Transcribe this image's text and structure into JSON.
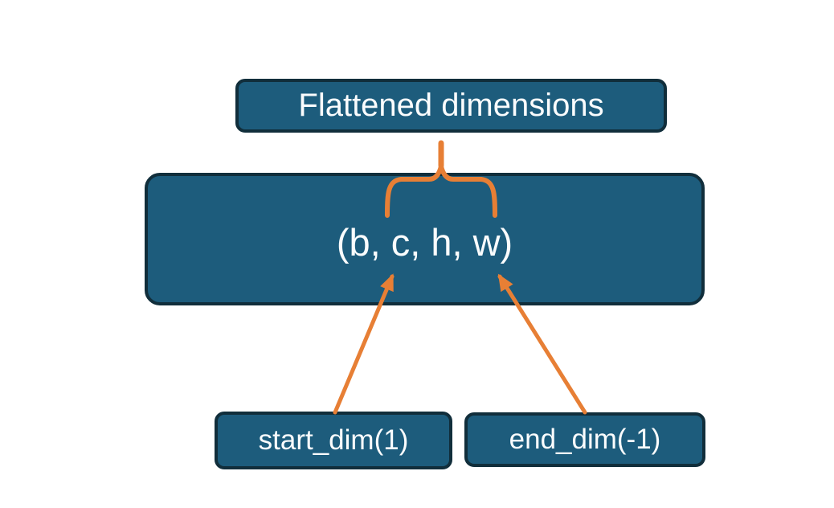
{
  "diagram": {
    "title_box": {
      "label": "Flattened dimensions"
    },
    "tensor_box": {
      "label": "(b, c, h, w)"
    },
    "start_dim_box": {
      "label": "start_dim(1)"
    },
    "end_dim_box": {
      "label": "end_dim(-1)"
    }
  },
  "colors": {
    "background": "#ffffff",
    "box_fill": "#1d5c7c",
    "box_border": "#112e3b",
    "connector_orange": "#e77f35",
    "label_text": "#fafcfd"
  }
}
